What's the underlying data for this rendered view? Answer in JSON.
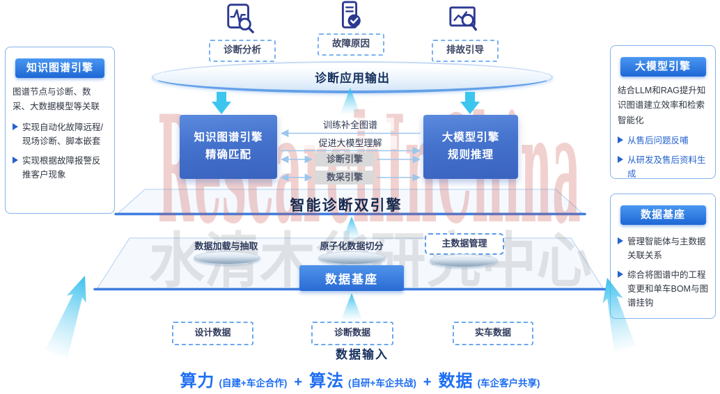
{
  "watermark": {
    "brand": "ResearchInChina",
    "org": "水清木华研究中心"
  },
  "top_outputs": {
    "item1": {
      "icon": "waveform-magnifier-icon",
      "label": "诊断分析"
    },
    "item2": {
      "icon": "document-check-icon",
      "label": "故障原因"
    },
    "item3": {
      "icon": "screen-chart-magnifier-icon",
      "label": "排故引导"
    },
    "ellipse_label": "诊断应用输出"
  },
  "dual_engine": {
    "title": "智能诊断双引擎",
    "left_box": {
      "line1": "知识图谱引擎",
      "line2": "精确匹配"
    },
    "right_box": {
      "line1": "大模型引擎",
      "line2": "规则推理"
    },
    "link_top": "训练补全图谱",
    "link_mid": "促进大模型理解",
    "link_engine1": "诊断引擎",
    "link_engine2": "数采引擎"
  },
  "data_platform": {
    "item1": "数据加载与抽取",
    "item2": "原子化数据切分",
    "item3": "主数据管理",
    "base": "数据基座"
  },
  "data_input": {
    "title": "数据输入",
    "box1": "设计数据",
    "box2": "诊断数据",
    "box3": "实车数据"
  },
  "formula": {
    "term1": "算力",
    "note1": "(自建+车企合作)",
    "plus1": "+",
    "term2": "算法",
    "note2": "(自研+车企共战)",
    "plus2": "+",
    "term3": "数据",
    "note3": "(车企客户共享)"
  },
  "left_panel": {
    "title": "知识图谱引擎",
    "desc": "图谱节点与诊断、数采、大数据模型等关联",
    "bullet1": "实现自动化故障远程/现场诊断、脚本嵌套",
    "bullet2": "实现根据故障报警反推客户现象"
  },
  "right_panel_top": {
    "title": "大模型引擎",
    "desc": "结合LLM和RAG提升知识图谱建立效率和检索智能化",
    "bullet1": "从售后问题反哺",
    "bullet2": "从研发及售后资料生成"
  },
  "right_panel_bottom": {
    "title": "数据基座",
    "bullet1": "管理智能体与主数据关联关系",
    "bullet2": "综合将图谱中的工程变更和单车BOM与图谱挂钩"
  },
  "colors": {
    "engine_box_blue": "#3f6cc8",
    "panel_header_blue": "#1e67d6",
    "platform_edge_blue": "#3f7de0",
    "cyan_arrow": "#3cc6ef",
    "link_arrow_blue": "#9cc6ec",
    "formula_blue": "#1d6ef2",
    "watermark_red": "#cc5a52",
    "watermark_gray": "#8a8a8a"
  }
}
